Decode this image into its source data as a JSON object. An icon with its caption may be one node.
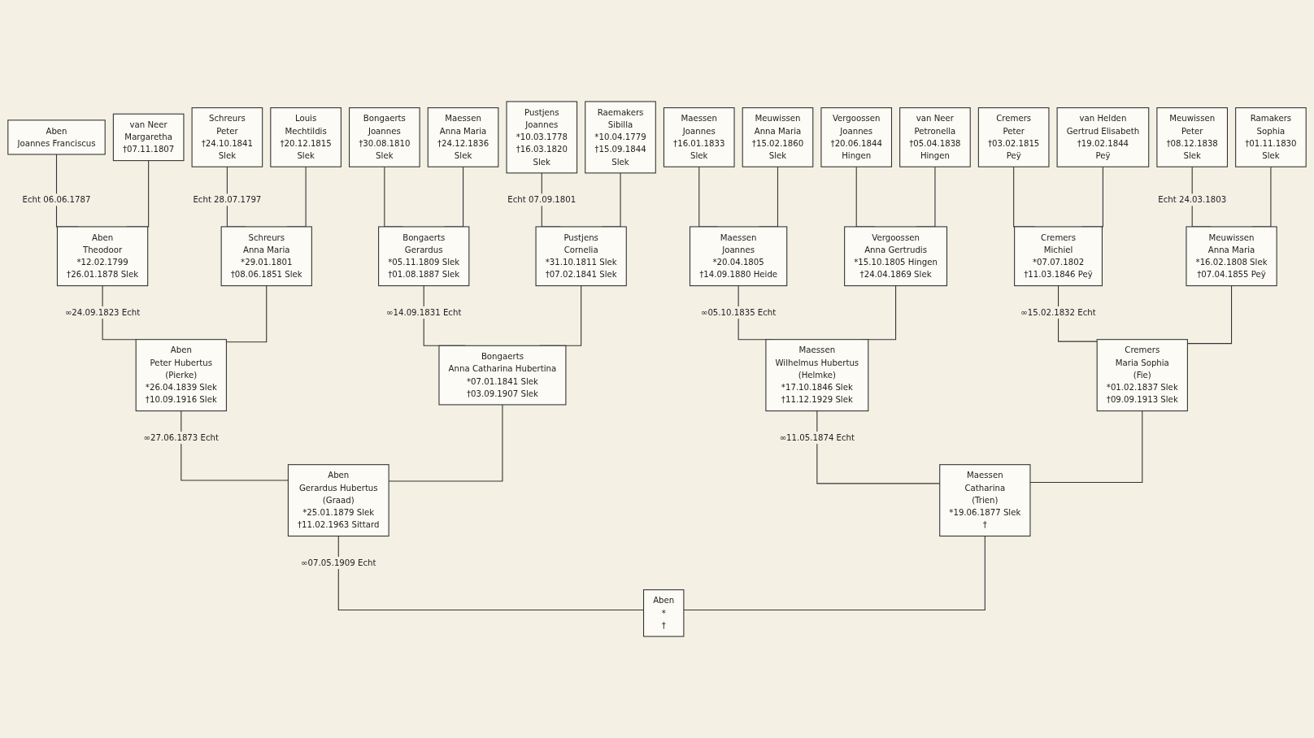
{
  "diagram": {
    "nodes": [
      {
        "text": [
          "Aben",
          "Joannes Franciscus"
        ]
      },
      {
        "text": [
          "van Neer",
          "Margaretha",
          "†07.11.1807"
        ]
      },
      {
        "text": [
          "Schreurs",
          "Peter",
          "†24.10.1841",
          "Slek"
        ]
      },
      {
        "text": [
          "Louis",
          "Mechtildis",
          "†20.12.1815",
          "Slek"
        ]
      },
      {
        "text": [
          "Bongaerts",
          "Joannes",
          "†30.08.1810",
          "Slek"
        ]
      },
      {
        "text": [
          "Maessen",
          "Anna Maria",
          "†24.12.1836",
          "Slek"
        ]
      },
      {
        "text": [
          "Pustjens",
          "Joannes",
          "*10.03.1778",
          "†16.03.1820",
          "Slek"
        ]
      },
      {
        "text": [
          "Raemakers",
          "Sibilla",
          "*10.04.1779",
          "†15.09.1844",
          "Slek"
        ]
      },
      {
        "text": [
          "Maessen",
          "Joannes",
          "†16.01.1833",
          "Slek"
        ]
      },
      {
        "text": [
          "Meuwissen",
          "Anna Maria",
          "†15.02.1860",
          "Slek"
        ]
      },
      {
        "text": [
          "Vergoossen",
          "Joannes",
          "†20.06.1844",
          "Hingen"
        ]
      },
      {
        "text": [
          "van Neer",
          "Petronella",
          "†05.04.1838",
          "Hingen"
        ]
      },
      {
        "text": [
          "Cremers",
          "Peter",
          "†03.02.1815",
          "Peÿ"
        ]
      },
      {
        "text": [
          "van Helden",
          "Gertrud Elisabeth",
          "†19.02.1844",
          "Peÿ"
        ]
      },
      {
        "text": [
          "Meuwissen",
          "Peter",
          "†08.12.1838",
          "Slek"
        ]
      },
      {
        "text": [
          "Ramakers",
          "Sophia",
          "†01.11.1830",
          "Slek"
        ]
      },
      {
        "text": [
          "Aben",
          "Theodoor",
          "*12.02.1799",
          "†26.01.1878 Slek"
        ]
      },
      {
        "text": [
          "Schreurs",
          "Anna Maria",
          "*29.01.1801",
          "†08.06.1851 Slek"
        ]
      },
      {
        "text": [
          "Bongaerts",
          "Gerardus",
          "*05.11.1809 Slek",
          "†01.08.1887 Slek"
        ]
      },
      {
        "text": [
          "Pustjens",
          "Cornelia",
          "*31.10.1811 Slek",
          "†07.02.1841 Slek"
        ]
      },
      {
        "text": [
          "Maessen",
          "Joannes",
          "*20.04.1805",
          "†14.09.1880 Heide"
        ]
      },
      {
        "text": [
          "Vergoossen",
          "Anna Gertrudis",
          "*15.10.1805 Hingen",
          "†24.04.1869 Slek"
        ]
      },
      {
        "text": [
          "Cremers",
          "Michiel",
          "*07.07.1802",
          "†11.03.1846 Peÿ"
        ]
      },
      {
        "text": [
          "Meuwissen",
          "Anna Maria",
          "*16.02.1808 Slek",
          "†07.04.1855 Peÿ"
        ]
      },
      {
        "text": [
          "Aben",
          "Peter Hubertus",
          "(Pierke)",
          "*26.04.1839 Slek",
          "†10.09.1916 Slek"
        ]
      },
      {
        "text": [
          "Bongaerts",
          "Anna Catharina Hubertina",
          "*07.01.1841 Slek",
          "†03.09.1907 Slek"
        ]
      },
      {
        "text": [
          "Maessen",
          "Wilhelmus Hubertus",
          "(Helmke)",
          "*17.10.1846 Slek",
          "†11.12.1929 Slek"
        ]
      },
      {
        "text": [
          "Cremers",
          "Maria Sophia",
          "(Fie)",
          "*01.02.1837 Slek",
          "†09.09.1913 Slek"
        ]
      },
      {
        "text": [
          "Aben",
          "Gerardus Hubertus",
          "(Graad)",
          "*25.01.1879 Slek",
          "†11.02.1963 Sittard"
        ]
      },
      {
        "text": [
          "Maessen",
          "Catharina",
          "(Trien)",
          "*19.06.1877 Slek",
          "†"
        ]
      },
      {
        "text": [
          "Aben",
          "*",
          "†"
        ]
      }
    ],
    "edges": [
      {
        "from": 0,
        "to": 16,
        "arrow": "none",
        "label": "Echt 06.06.1787"
      },
      {
        "from": 1,
        "to": 16,
        "arrow": "none"
      },
      {
        "from": 2,
        "to": 17,
        "arrow": "none",
        "label": "Echt 28.07.1797"
      },
      {
        "from": 3,
        "to": 17,
        "arrow": "none"
      },
      {
        "from": 4,
        "to": 18,
        "arrow": "none"
      },
      {
        "from": 5,
        "to": 18,
        "arrow": "none"
      },
      {
        "from": 6,
        "to": 19,
        "arrow": "none",
        "label": "Echt 07.09.1801"
      },
      {
        "from": 7,
        "to": 19,
        "arrow": "none"
      },
      {
        "from": 8,
        "to": 20,
        "arrow": "none"
      },
      {
        "from": 9,
        "to": 20,
        "arrow": "none"
      },
      {
        "from": 10,
        "to": 21,
        "arrow": "none"
      },
      {
        "from": 11,
        "to": 21,
        "arrow": "none"
      },
      {
        "from": 12,
        "to": 22,
        "arrow": "none"
      },
      {
        "from": 13,
        "to": 22,
        "arrow": "none"
      },
      {
        "from": 14,
        "to": 23,
        "arrow": "none",
        "label": "Echt 24.03.1803"
      },
      {
        "from": 15,
        "to": 23,
        "arrow": "none"
      },
      {
        "from": 16,
        "to": 24,
        "arrow": "none",
        "label": "∞24.09.1823 Echt"
      },
      {
        "from": 17,
        "to": 24,
        "arrow": "none"
      },
      {
        "from": 18,
        "to": 25,
        "arrow": "none",
        "label": "∞14.09.1831 Echt"
      },
      {
        "from": 19,
        "to": 25,
        "arrow": "none"
      },
      {
        "from": 20,
        "to": 26,
        "arrow": "none",
        "label": "∞05.10.1835 Echt"
      },
      {
        "from": 21,
        "to": 26,
        "arrow": "none"
      },
      {
        "from": 22,
        "to": 27,
        "arrow": "none",
        "label": "∞15.02.1832 Echt"
      },
      {
        "from": 23,
        "to": 27,
        "arrow": "none"
      },
      {
        "from": 24,
        "to": 28,
        "arrow": "none",
        "label": "∞27.06.1873 Echt"
      },
      {
        "from": 25,
        "to": 28,
        "arrow": "none"
      },
      {
        "from": 26,
        "to": 29,
        "arrow": "none",
        "label": "∞11.05.1874 Echt"
      },
      {
        "from": 27,
        "to": 29,
        "arrow": "none"
      },
      {
        "from": 28,
        "to": 30,
        "arrow": "none",
        "label": "∞07.05.1909 Echt"
      },
      {
        "from": 29,
        "to": 30,
        "arrow": "none"
      }
    ]
  }
}
